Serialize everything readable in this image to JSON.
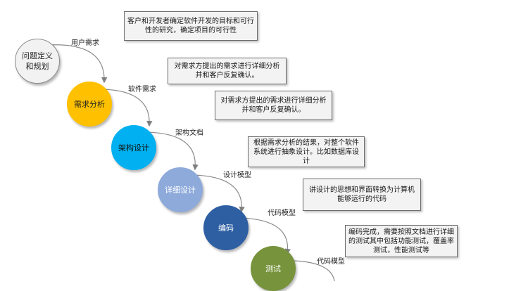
{
  "stages": [
    {
      "label": "问题定义和规划",
      "fill": "#f2f2f2",
      "text_color": "#222222",
      "border": "#8c8c8c"
    },
    {
      "label": "需求分析",
      "fill": "#ffc000",
      "text_color": "#222222",
      "border": "#ffc000"
    },
    {
      "label": "架构设计",
      "fill": "#00b0f0",
      "text_color": "#111111",
      "border": "#00b0f0"
    },
    {
      "label": "详细设计",
      "fill": "#8eaadb",
      "text_color": "#ffffff",
      "border": "#8eaadb"
    },
    {
      "label": "编码",
      "fill": "#2e5fa3",
      "text_color": "#ffffff",
      "border": "#2e5fa3"
    },
    {
      "label": "测试",
      "fill": "#77933c",
      "text_color": "#ffffff",
      "border": "#77933c"
    }
  ],
  "connectors": [
    {
      "label": "用户需求"
    },
    {
      "label": "软件需求"
    },
    {
      "label": "架构文档"
    },
    {
      "label": "设计模型"
    },
    {
      "label": "代码模型"
    },
    {
      "label": "代码模型"
    }
  ],
  "notes": [
    {
      "text": "客户和开发者确定软件开发的目标和可行性的研究，确定项目的可行性"
    },
    {
      "text": "对需求方提出的需求进行详细分析并和客户反复确认。"
    },
    {
      "text": "对需求方提出的需求进行详细分析并和客户反复确认。"
    },
    {
      "text": "根据需求分析的结果，对整个软件系统进行抽象设计。比如数据库设计"
    },
    {
      "text": "讲设计的思想和界面转换为计算机能够运行的代码"
    },
    {
      "text": "编码完成，需要按照文档进行详细的测试其中包括功能测试，覆盖率测试，性能测试等"
    }
  ]
}
